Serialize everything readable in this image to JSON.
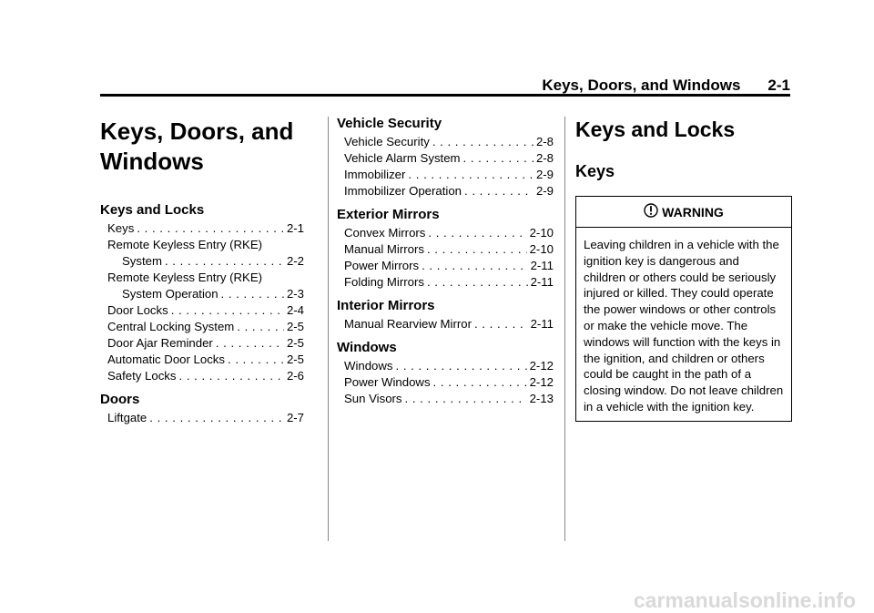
{
  "header": {
    "title": "Keys, Doors, and Windows",
    "page_number": "2-1"
  },
  "chapter_title": "Keys, Doors, and Windows",
  "toc_col1": [
    {
      "heading": "Keys and Locks",
      "entries": [
        {
          "lines": [
            "Keys"
          ],
          "page": "2-1"
        },
        {
          "lines": [
            "Remote Keyless Entry (RKE)",
            "System"
          ],
          "page": "2-2"
        },
        {
          "lines": [
            "Remote Keyless Entry (RKE)",
            "System Operation"
          ],
          "page": "2-3"
        },
        {
          "lines": [
            "Door Locks"
          ],
          "page": "2-4"
        },
        {
          "lines": [
            "Central Locking System"
          ],
          "page": "2-5"
        },
        {
          "lines": [
            "Door Ajar Reminder"
          ],
          "page": "2-5"
        },
        {
          "lines": [
            "Automatic Door Locks"
          ],
          "page": "2-5"
        },
        {
          "lines": [
            "Safety Locks"
          ],
          "page": "2-6"
        }
      ]
    },
    {
      "heading": "Doors",
      "entries": [
        {
          "lines": [
            "Liftgate"
          ],
          "page": "2-7"
        }
      ]
    }
  ],
  "toc_col2": [
    {
      "heading": "Vehicle Security",
      "entries": [
        {
          "lines": [
            "Vehicle Security"
          ],
          "page": "2-8"
        },
        {
          "lines": [
            "Vehicle Alarm System"
          ],
          "page": "2-8"
        },
        {
          "lines": [
            "Immobilizer"
          ],
          "page": "2-9"
        },
        {
          "lines": [
            "Immobilizer Operation"
          ],
          "page": "2-9"
        }
      ]
    },
    {
      "heading": "Exterior Mirrors",
      "entries": [
        {
          "lines": [
            "Convex Mirrors"
          ],
          "page": "2-10"
        },
        {
          "lines": [
            "Manual Mirrors"
          ],
          "page": "2-10"
        },
        {
          "lines": [
            "Power Mirrors"
          ],
          "page": "2-11"
        },
        {
          "lines": [
            "Folding Mirrors"
          ],
          "page": "2-11"
        }
      ]
    },
    {
      "heading": "Interior Mirrors",
      "entries": [
        {
          "lines": [
            "Manual Rearview Mirror"
          ],
          "page": "2-11"
        }
      ]
    },
    {
      "heading": "Windows",
      "entries": [
        {
          "lines": [
            "Windows"
          ],
          "page": "2-12"
        },
        {
          "lines": [
            "Power Windows"
          ],
          "page": "2-12"
        },
        {
          "lines": [
            "Sun Visors"
          ],
          "page": "2-13"
        }
      ]
    }
  ],
  "section_title": "Keys and Locks",
  "subsection_title": "Keys",
  "warning": {
    "label": "WARNING",
    "icon": "warning-exclamation-icon",
    "text": "Leaving children in a vehicle with the ignition key is dangerous and children or others could be seriously injured or killed. They could operate the power windows or other controls or make the vehicle move. The windows will function with the keys in the ignition, and children or others could be caught in the path of a closing window. Do not leave children in a vehicle with the ignition key."
  },
  "watermark": "carmanualsonline.info"
}
